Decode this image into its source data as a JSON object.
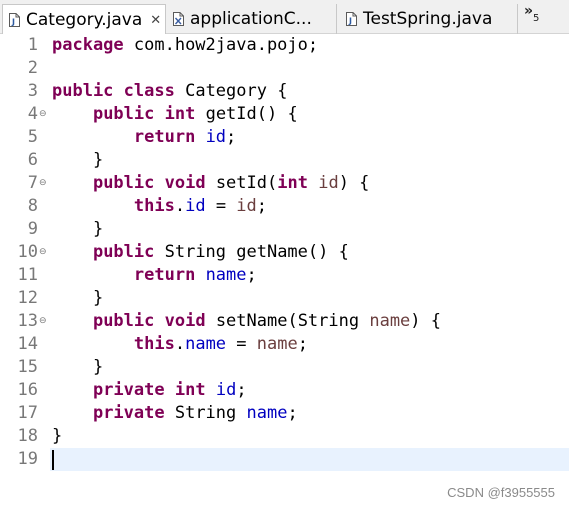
{
  "tabs": [
    {
      "label": "Category.java",
      "icon": "java-file-icon",
      "active": true,
      "close": "✕"
    },
    {
      "label": "applicationC...",
      "icon": "xml-file-icon",
      "active": false
    },
    {
      "label": "TestSpring.java",
      "icon": "java-file-icon",
      "active": false
    }
  ],
  "overflow": {
    "chevron": "»",
    "count": "5"
  },
  "editor": {
    "lines": [
      {
        "n": "1",
        "fold": "",
        "tokens": [
          {
            "t": "package",
            "c": "kw"
          },
          {
            "t": " com.how2java.pojo;",
            "c": ""
          }
        ]
      },
      {
        "n": "2",
        "fold": "",
        "tokens": []
      },
      {
        "n": "3",
        "fold": "",
        "tokens": [
          {
            "t": "public",
            "c": "kw"
          },
          {
            "t": " ",
            "c": ""
          },
          {
            "t": "class",
            "c": "kw"
          },
          {
            "t": " Category {",
            "c": ""
          }
        ]
      },
      {
        "n": "4",
        "fold": "⊖",
        "tokens": [
          {
            "t": "    ",
            "c": ""
          },
          {
            "t": "public",
            "c": "kw"
          },
          {
            "t": " ",
            "c": ""
          },
          {
            "t": "int",
            "c": "kw"
          },
          {
            "t": " getId() {",
            "c": ""
          }
        ]
      },
      {
        "n": "5",
        "fold": "",
        "tokens": [
          {
            "t": "        ",
            "c": ""
          },
          {
            "t": "return",
            "c": "kw"
          },
          {
            "t": " ",
            "c": ""
          },
          {
            "t": "id",
            "c": "fd"
          },
          {
            "t": ";",
            "c": ""
          }
        ]
      },
      {
        "n": "6",
        "fold": "",
        "tokens": [
          {
            "t": "    }",
            "c": ""
          }
        ]
      },
      {
        "n": "7",
        "fold": "⊖",
        "tokens": [
          {
            "t": "    ",
            "c": ""
          },
          {
            "t": "public",
            "c": "kw"
          },
          {
            "t": " ",
            "c": ""
          },
          {
            "t": "void",
            "c": "kw"
          },
          {
            "t": " setId(",
            "c": ""
          },
          {
            "t": "int",
            "c": "kw"
          },
          {
            "t": " ",
            "c": ""
          },
          {
            "t": "id",
            "c": "pm"
          },
          {
            "t": ") {",
            "c": ""
          }
        ]
      },
      {
        "n": "8",
        "fold": "",
        "tokens": [
          {
            "t": "        ",
            "c": ""
          },
          {
            "t": "this",
            "c": "kw"
          },
          {
            "t": ".",
            "c": ""
          },
          {
            "t": "id",
            "c": "fd"
          },
          {
            "t": " = ",
            "c": ""
          },
          {
            "t": "id",
            "c": "pm"
          },
          {
            "t": ";",
            "c": ""
          }
        ]
      },
      {
        "n": "9",
        "fold": "",
        "tokens": [
          {
            "t": "    }",
            "c": ""
          }
        ]
      },
      {
        "n": "10",
        "fold": "⊖",
        "tokens": [
          {
            "t": "    ",
            "c": ""
          },
          {
            "t": "public",
            "c": "kw"
          },
          {
            "t": " String getName() {",
            "c": ""
          }
        ]
      },
      {
        "n": "11",
        "fold": "",
        "tokens": [
          {
            "t": "        ",
            "c": ""
          },
          {
            "t": "return",
            "c": "kw"
          },
          {
            "t": " ",
            "c": ""
          },
          {
            "t": "name",
            "c": "fd"
          },
          {
            "t": ";",
            "c": ""
          }
        ]
      },
      {
        "n": "12",
        "fold": "",
        "tokens": [
          {
            "t": "    }",
            "c": ""
          }
        ]
      },
      {
        "n": "13",
        "fold": "⊖",
        "tokens": [
          {
            "t": "    ",
            "c": ""
          },
          {
            "t": "public",
            "c": "kw"
          },
          {
            "t": " ",
            "c": ""
          },
          {
            "t": "void",
            "c": "kw"
          },
          {
            "t": " setName(String ",
            "c": ""
          },
          {
            "t": "name",
            "c": "pm"
          },
          {
            "t": ") {",
            "c": ""
          }
        ]
      },
      {
        "n": "14",
        "fold": "",
        "tokens": [
          {
            "t": "        ",
            "c": ""
          },
          {
            "t": "this",
            "c": "kw"
          },
          {
            "t": ".",
            "c": ""
          },
          {
            "t": "name",
            "c": "fd"
          },
          {
            "t": " = ",
            "c": ""
          },
          {
            "t": "name",
            "c": "pm"
          },
          {
            "t": ";",
            "c": ""
          }
        ]
      },
      {
        "n": "15",
        "fold": "",
        "tokens": [
          {
            "t": "    }",
            "c": ""
          }
        ]
      },
      {
        "n": "16",
        "fold": "",
        "tokens": [
          {
            "t": "    ",
            "c": ""
          },
          {
            "t": "private",
            "c": "kw"
          },
          {
            "t": " ",
            "c": ""
          },
          {
            "t": "int",
            "c": "kw"
          },
          {
            "t": " ",
            "c": ""
          },
          {
            "t": "id",
            "c": "fd"
          },
          {
            "t": ";",
            "c": ""
          }
        ]
      },
      {
        "n": "17",
        "fold": "",
        "tokens": [
          {
            "t": "    ",
            "c": ""
          },
          {
            "t": "private",
            "c": "kw"
          },
          {
            "t": " String ",
            "c": ""
          },
          {
            "t": "name",
            "c": "fd"
          },
          {
            "t": ";",
            "c": ""
          }
        ]
      },
      {
        "n": "18",
        "fold": "",
        "tokens": [
          {
            "t": "}",
            "c": ""
          }
        ]
      },
      {
        "n": "19",
        "fold": "",
        "tokens": []
      }
    ],
    "current_line": "19"
  },
  "colors": {
    "keyword": "#7f0055",
    "field": "#0000c0",
    "parameter": "#6a3e3e",
    "current_line_bg": "#e8f2fe"
  },
  "watermark": "CSDN @f3955555"
}
